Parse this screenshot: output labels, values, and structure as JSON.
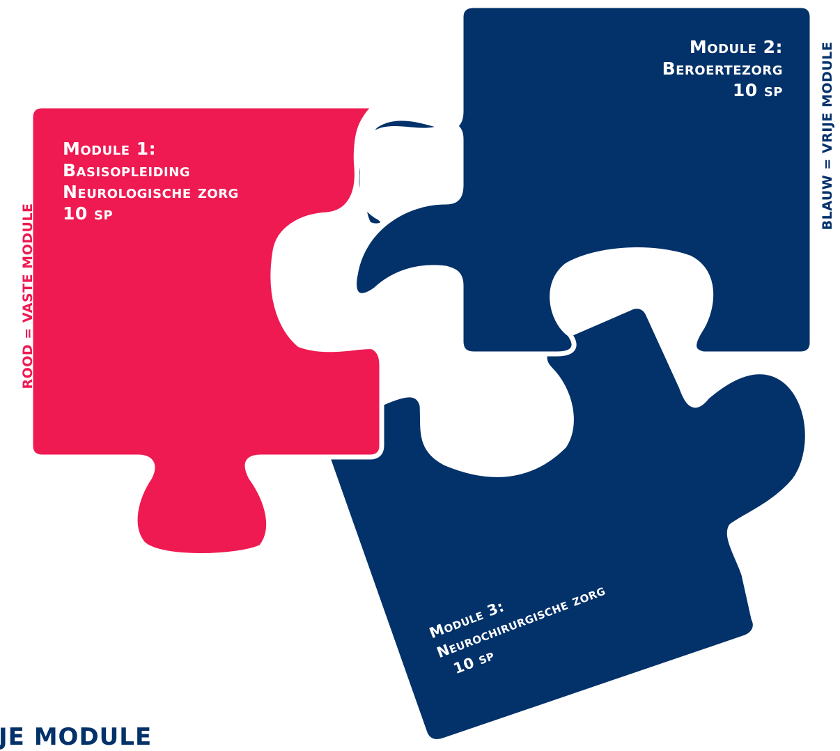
{
  "colors": {
    "red": "#ee1a51",
    "blue": "#033169",
    "background": "#ffffff"
  },
  "module1": {
    "title": "Module 1:",
    "line2": "Basisopleiding",
    "line3": "Neurologische zorg",
    "credits": "10 sp"
  },
  "module2": {
    "title": "Module 2:",
    "name": "Beroertezorg",
    "credits": "10 sp"
  },
  "module3": {
    "title": "Module 3:",
    "name": "Neurochirurgische zorg",
    "credits": "10 sp"
  },
  "legend": {
    "red": "rood = vaste module",
    "blue": "blauw = vrije module"
  },
  "bottom_partial_text": "je module"
}
